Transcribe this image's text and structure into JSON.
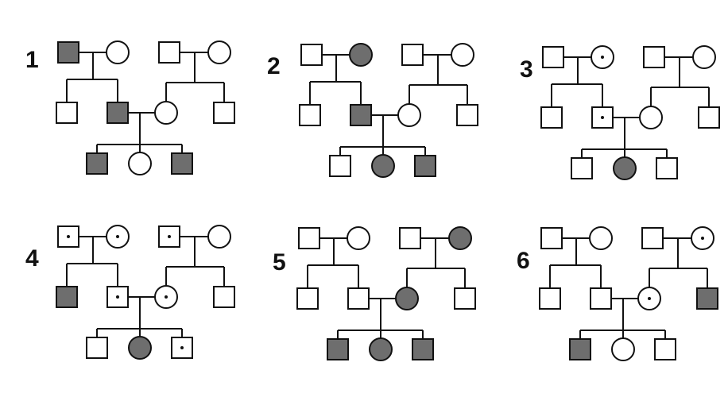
{
  "colors": {
    "affected": "#6e6e6e",
    "unaffected": "#ffffff",
    "line": "#111111"
  },
  "legend_semantics": {
    "shaded": "affected",
    "dot": "carrier",
    "open": "unaffected"
  },
  "pedigrees": [
    {
      "number": "1",
      "grandparents_left": [
        {
          "sex": "male",
          "status": "affected"
        },
        {
          "sex": "female",
          "status": "unaffected"
        }
      ],
      "grandparents_right": [
        {
          "sex": "male",
          "status": "unaffected"
        },
        {
          "sex": "female",
          "status": "unaffected"
        }
      ],
      "left_sibling": {
        "sex": "male",
        "status": "unaffected"
      },
      "father": {
        "sex": "male",
        "status": "affected"
      },
      "mother": {
        "sex": "female",
        "status": "unaffected"
      },
      "right_sibling": {
        "sex": "male",
        "status": "unaffected"
      },
      "children": [
        {
          "sex": "male",
          "status": "affected"
        },
        {
          "sex": "female",
          "status": "unaffected"
        },
        {
          "sex": "male",
          "status": "affected"
        }
      ]
    },
    {
      "number": "2",
      "grandparents_left": [
        {
          "sex": "male",
          "status": "unaffected"
        },
        {
          "sex": "female",
          "status": "affected"
        }
      ],
      "grandparents_right": [
        {
          "sex": "male",
          "status": "unaffected"
        },
        {
          "sex": "female",
          "status": "unaffected"
        }
      ],
      "left_sibling": {
        "sex": "male",
        "status": "unaffected"
      },
      "father": {
        "sex": "male",
        "status": "affected"
      },
      "mother": {
        "sex": "female",
        "status": "unaffected"
      },
      "right_sibling": {
        "sex": "male",
        "status": "unaffected"
      },
      "children": [
        {
          "sex": "male",
          "status": "unaffected"
        },
        {
          "sex": "female",
          "status": "affected"
        },
        {
          "sex": "male",
          "status": "affected"
        }
      ]
    },
    {
      "number": "3",
      "grandparents_left": [
        {
          "sex": "male",
          "status": "unaffected"
        },
        {
          "sex": "female",
          "status": "carrier"
        }
      ],
      "grandparents_right": [
        {
          "sex": "male",
          "status": "unaffected"
        },
        {
          "sex": "female",
          "status": "unaffected"
        }
      ],
      "left_sibling": {
        "sex": "male",
        "status": "unaffected"
      },
      "father": {
        "sex": "male",
        "status": "carrier"
      },
      "mother": {
        "sex": "female",
        "status": "unaffected"
      },
      "right_sibling": {
        "sex": "male",
        "status": "unaffected"
      },
      "children": [
        {
          "sex": "male",
          "status": "unaffected"
        },
        {
          "sex": "female",
          "status": "affected"
        },
        {
          "sex": "male",
          "status": "unaffected"
        }
      ]
    },
    {
      "number": "4",
      "grandparents_left": [
        {
          "sex": "male",
          "status": "carrier"
        },
        {
          "sex": "female",
          "status": "carrier"
        }
      ],
      "grandparents_right": [
        {
          "sex": "male",
          "status": "carrier"
        },
        {
          "sex": "female",
          "status": "unaffected"
        }
      ],
      "left_sibling": {
        "sex": "male",
        "status": "affected"
      },
      "father": {
        "sex": "male",
        "status": "carrier"
      },
      "mother": {
        "sex": "female",
        "status": "carrier"
      },
      "right_sibling": {
        "sex": "male",
        "status": "unaffected"
      },
      "children": [
        {
          "sex": "male",
          "status": "unaffected"
        },
        {
          "sex": "female",
          "status": "affected"
        },
        {
          "sex": "male",
          "status": "carrier"
        }
      ]
    },
    {
      "number": "5",
      "grandparents_left": [
        {
          "sex": "male",
          "status": "unaffected"
        },
        {
          "sex": "female",
          "status": "unaffected"
        }
      ],
      "grandparents_right": [
        {
          "sex": "male",
          "status": "unaffected"
        },
        {
          "sex": "female",
          "status": "affected"
        }
      ],
      "left_sibling": {
        "sex": "male",
        "status": "unaffected"
      },
      "father": {
        "sex": "male",
        "status": "unaffected"
      },
      "mother": {
        "sex": "female",
        "status": "affected"
      },
      "right_sibling": {
        "sex": "male",
        "status": "unaffected"
      },
      "children": [
        {
          "sex": "male",
          "status": "affected"
        },
        {
          "sex": "female",
          "status": "affected"
        },
        {
          "sex": "male",
          "status": "affected"
        }
      ]
    },
    {
      "number": "6",
      "grandparents_left": [
        {
          "sex": "male",
          "status": "unaffected"
        },
        {
          "sex": "female",
          "status": "unaffected"
        }
      ],
      "grandparents_right": [
        {
          "sex": "male",
          "status": "unaffected"
        },
        {
          "sex": "female",
          "status": "carrier"
        }
      ],
      "left_sibling": {
        "sex": "male",
        "status": "unaffected"
      },
      "father": {
        "sex": "male",
        "status": "unaffected"
      },
      "mother": {
        "sex": "female",
        "status": "carrier"
      },
      "right_sibling": {
        "sex": "male",
        "status": "affected"
      },
      "children": [
        {
          "sex": "male",
          "status": "affected"
        },
        {
          "sex": "female",
          "status": "unaffected"
        },
        {
          "sex": "male",
          "status": "unaffected"
        }
      ]
    }
  ]
}
